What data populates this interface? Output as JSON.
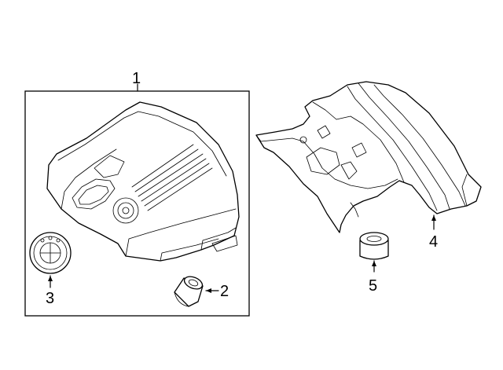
{
  "diagram": {
    "callouts": {
      "engine_cover": "1",
      "grommet_small": "2",
      "emblem": "3",
      "heat_shield": "4",
      "grommet_shield": "5"
    }
  }
}
